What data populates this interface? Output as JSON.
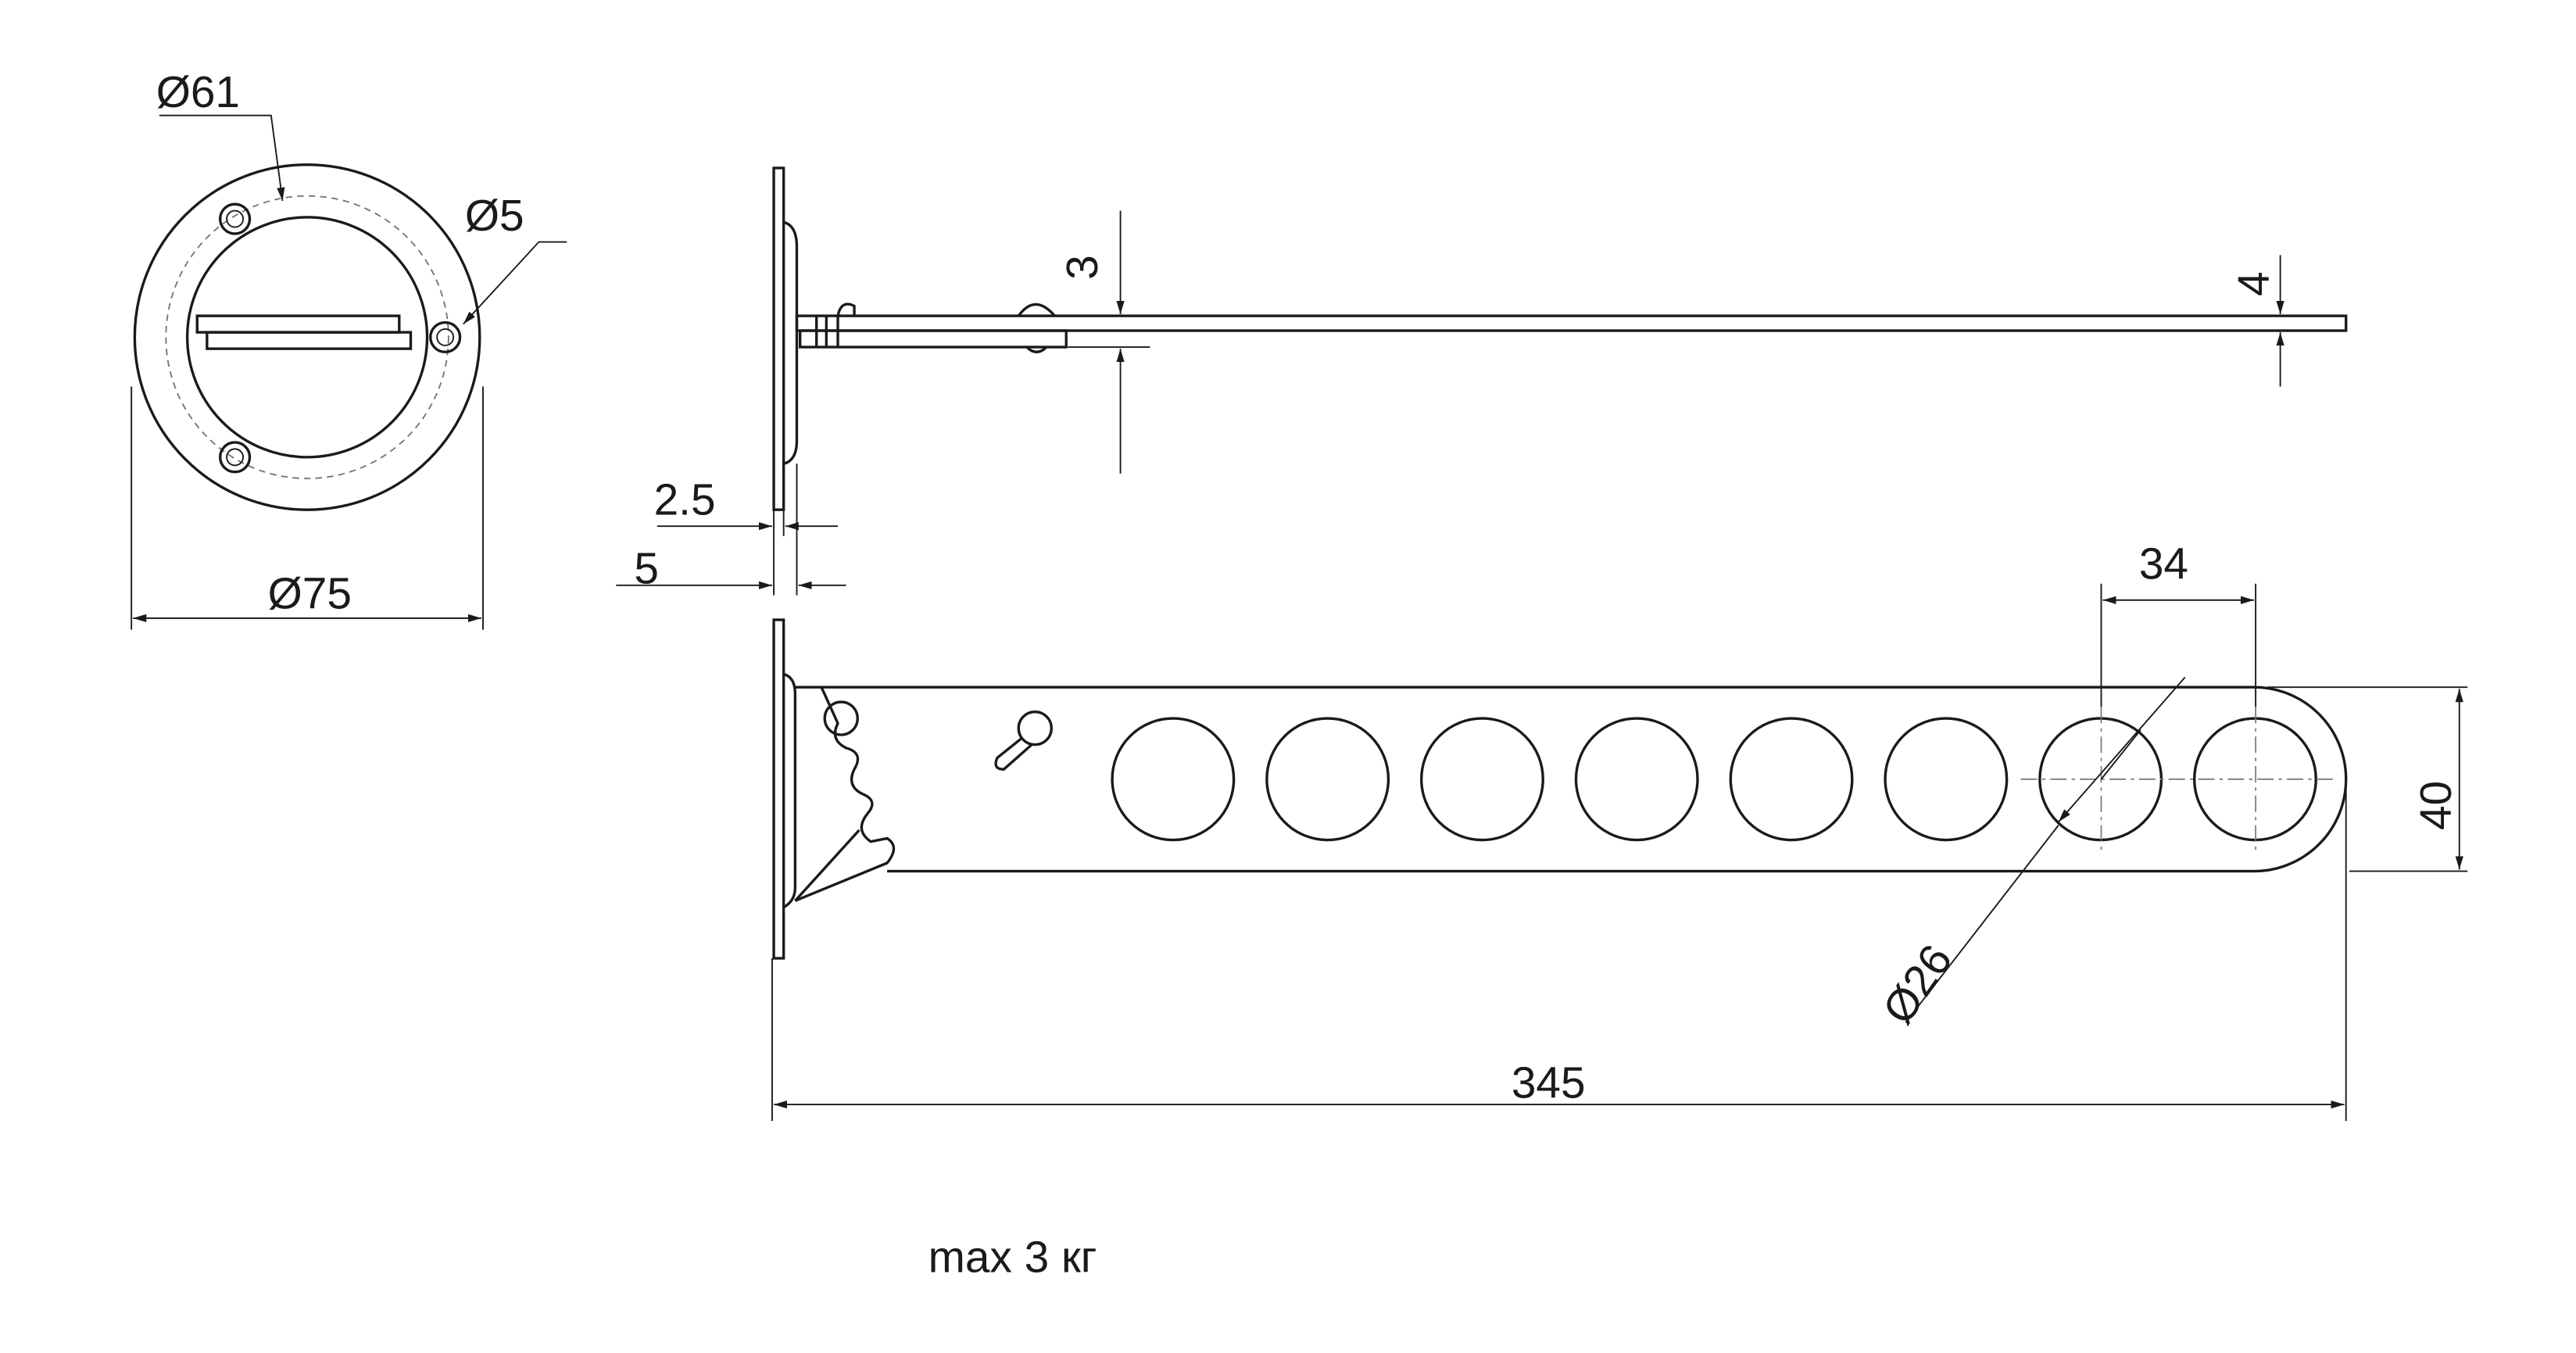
{
  "drawing": {
    "dimensions": {
      "flange_bolt_circle": "Ø61",
      "screw_hole": "Ø5",
      "flange_diameter": "Ø75",
      "bar_offset": "3",
      "bar_thickness": "4",
      "plate_thickness": "2.5",
      "plate_depth": "5",
      "hole_pitch": "34",
      "arm_width": "40",
      "hole_diameter": "Ø26",
      "overall_length": "345"
    },
    "note": "max 3 кг",
    "hole_count": 8
  }
}
